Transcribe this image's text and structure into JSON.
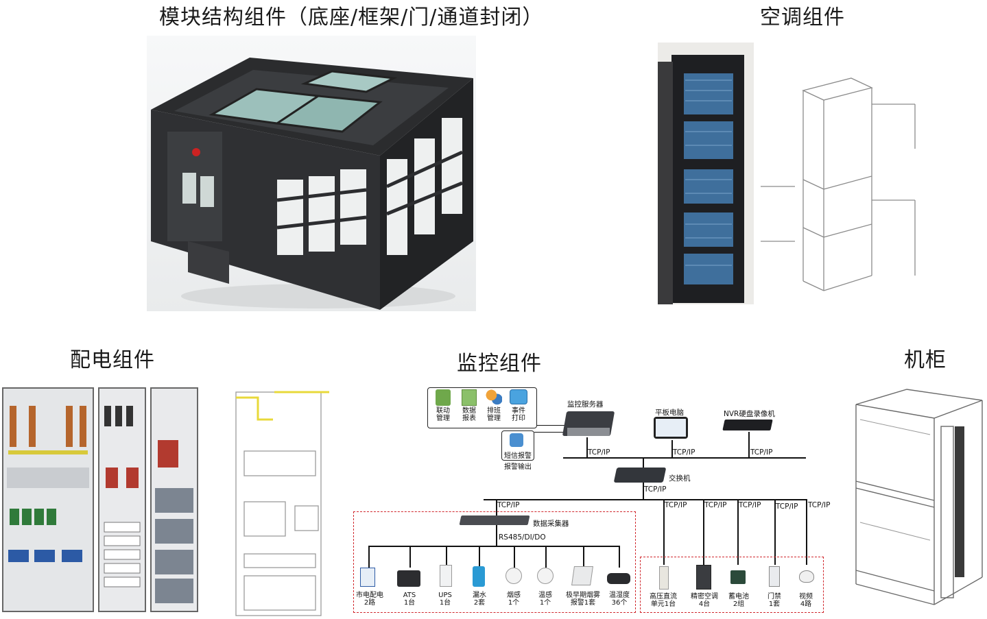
{
  "sections": {
    "module": "模块结构组件（底座/框架/门/通道封闭）",
    "aircon": "空调组件",
    "power": "配电组件",
    "monitor": "监控组件",
    "cabinet": "机柜"
  },
  "monitor": {
    "software": [
      {
        "l1": "联动",
        "l2": "管理"
      },
      {
        "l1": "数据",
        "l2": "报表"
      },
      {
        "l1": "排班",
        "l2": "管理"
      },
      {
        "l1": "事件",
        "l2": "打印"
      }
    ],
    "sms_l1": "短信报警",
    "sms_l2": "报警输出",
    "server": "监控服务器",
    "tablet": "平板电脑",
    "nvr": "NVR硬盘录像机",
    "switch": "交换机",
    "tcp": "TCP/IP",
    "collector": "数据采集器",
    "rs485": "RS485/DI/DO",
    "devices_left": [
      {
        "l1": "市电配电",
        "l2": "2路"
      },
      {
        "l1": "ATS",
        "l2": "1台"
      },
      {
        "l1": "UPS",
        "l2": "1台"
      },
      {
        "l1": "漏水",
        "l2": "2套"
      },
      {
        "l1": "烟感",
        "l2": "1个"
      },
      {
        "l1": "温感",
        "l2": "1个"
      },
      {
        "l1": "极早期烟雾",
        "l2": "报警1套"
      },
      {
        "l1": "温湿度",
        "l2": "36个"
      }
    ],
    "devices_right": [
      {
        "l1": "高压直流",
        "l2": "单元1台"
      },
      {
        "l1": "精密空调",
        "l2": "4台"
      },
      {
        "l1": "蓄电池",
        "l2": "2组"
      },
      {
        "l1": "门禁",
        "l2": "1套"
      },
      {
        "l1": "视频",
        "l2": "4路"
      }
    ]
  },
  "colors": {
    "dashed": "#d0262b",
    "cabinet": "#2b2b2d",
    "glass": "#8fb6b0",
    "coil": "#3f6f9c"
  }
}
